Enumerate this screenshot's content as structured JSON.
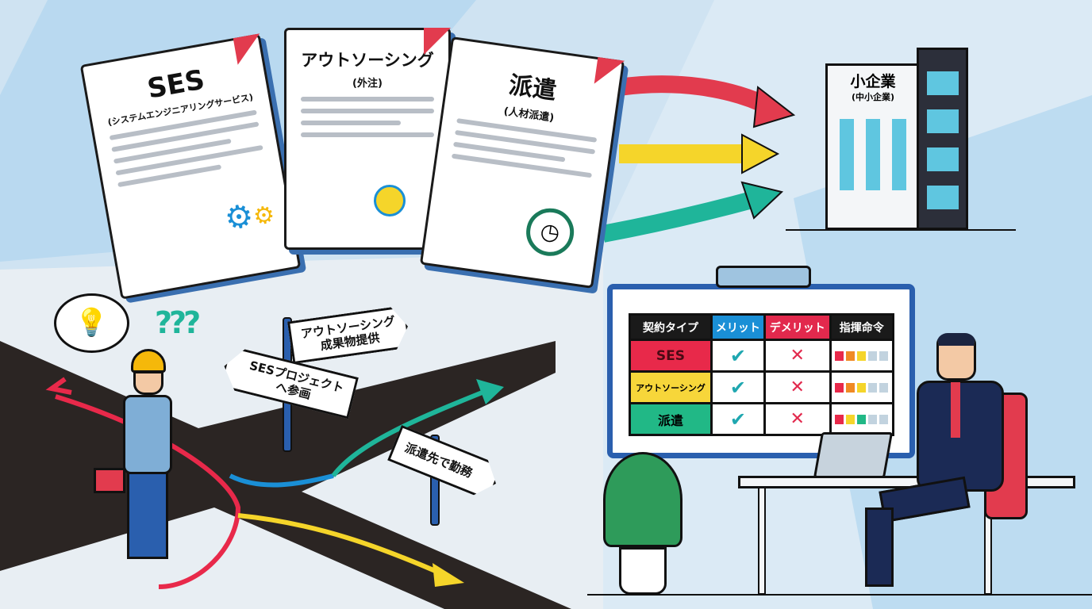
{
  "documents": [
    {
      "title": "SES",
      "subtitle": "(システムエンジニアリングサービス)",
      "icon": "gears-icon"
    },
    {
      "title": "アウトソーシング",
      "subtitle": "(外注)",
      "icon": "network-icon"
    },
    {
      "title": "派遣",
      "subtitle": "(人材派遣)",
      "icon": "clock-icon"
    }
  ],
  "arrows": {
    "colors": [
      "#e23b4e",
      "#f5d52a",
      "#1fb59a"
    ]
  },
  "building": {
    "title": "小企業",
    "subtitle": "(中小企業)"
  },
  "signposts": [
    {
      "line1": "アウトソーシング",
      "line2": "成果物提供"
    },
    {
      "line1": "SESプロジェクト",
      "line2": "へ参画"
    },
    {
      "line1": "派遣先で勤務",
      "line2": ""
    }
  ],
  "question_marks": "???",
  "comparison_table": {
    "headers": [
      "契約タイプ",
      "メリット",
      "デメリット",
      "指揮命令"
    ],
    "header_colors": [
      "#1a1a1a",
      "#1a8fd6",
      "#e2294d",
      "#1a1a1a"
    ],
    "rows": [
      {
        "type": "SES",
        "color": "#e8294a",
        "merit": "✔",
        "demerit": "✕",
        "command_level": [
          "#e8294a",
          "#f08a24",
          "#f5d52a",
          "#c2d3df",
          "#c2d3df"
        ]
      },
      {
        "type": "アウトソーシング",
        "color": "#f7d63a",
        "merit": "✔",
        "demerit": "✕",
        "command_level": [
          "#e8294a",
          "#f08a24",
          "#f5d52a",
          "#c2d3df",
          "#c2d3df"
        ]
      },
      {
        "type": "派遣",
        "color": "#21b886",
        "merit": "✔",
        "demerit": "✕",
        "command_level": [
          "#e8294a",
          "#f5d52a",
          "#21b886",
          "#c2d3df",
          "#c2d3df"
        ]
      }
    ]
  }
}
